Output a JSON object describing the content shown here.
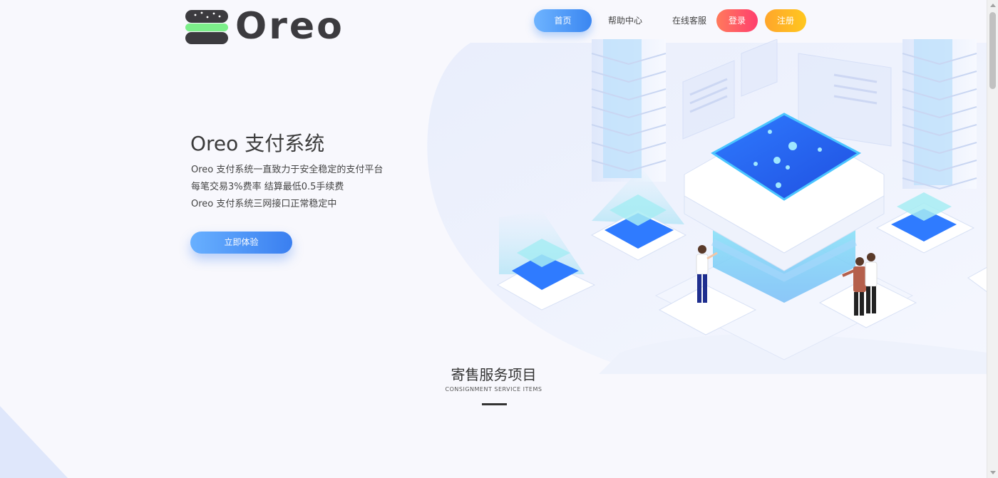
{
  "brand": {
    "name": "Oreo"
  },
  "nav": {
    "home": "首页",
    "help": "帮助中心",
    "service": "在线客服",
    "login": "登录",
    "register": "注册"
  },
  "hero": {
    "title": "Oreo 支付系统",
    "lines": [
      "Oreo 支付系统一直致力于安全稳定的支付平台",
      "每笔交易3%费率 结算最低0.5手续费",
      "Oreo 支付系统三网接口正常稳定中"
    ],
    "cta": "立即体验"
  },
  "section": {
    "title": "寄售服务项目",
    "subtitle": "CONSIGNMENT SERVICE ITEMS"
  },
  "colors": {
    "primary_blue": "#3a86f1",
    "login_red": "#ff4d66",
    "register_yellow": "#ffb526",
    "logo_green": "#7cef8a",
    "logo_dark": "#3c3b3f"
  }
}
